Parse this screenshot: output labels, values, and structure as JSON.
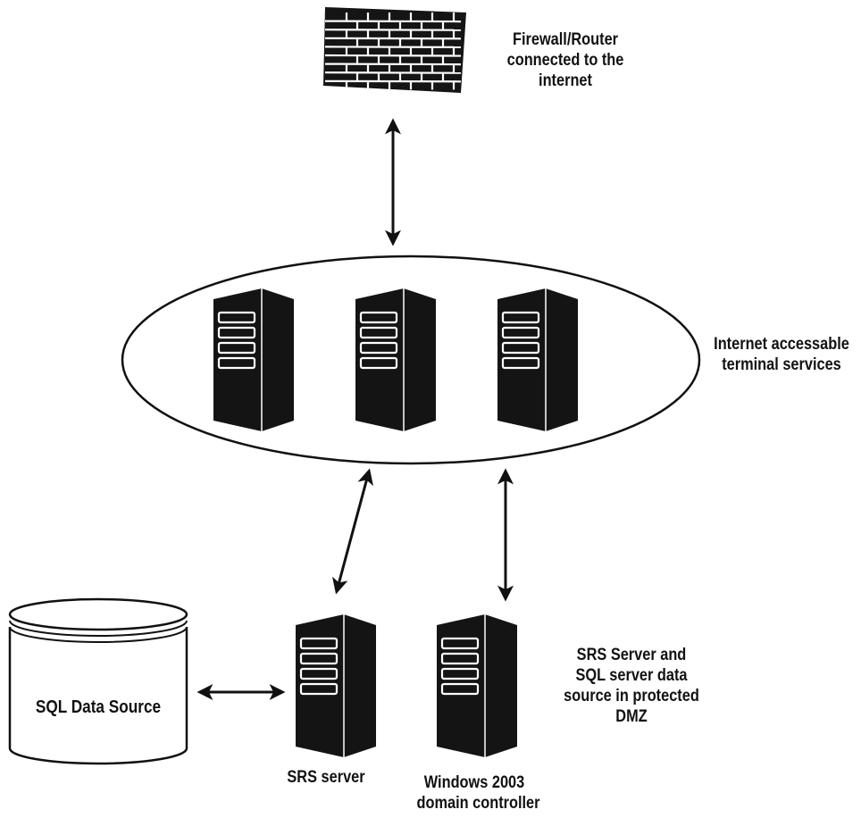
{
  "colors": {
    "ink": "#111111",
    "paper": "#ffffff"
  },
  "nodes": {
    "firewall": {
      "icon": "brick-wall-icon",
      "label": [
        "Firewall/Router",
        "connected to the",
        "internet"
      ]
    },
    "terminal_services": {
      "icon": "server-tower-icon",
      "count": 3,
      "label": [
        "Internet accessable",
        "terminal services"
      ]
    },
    "sql_source": {
      "icon": "database-cylinder-icon",
      "label": "SQL Data Source"
    },
    "srs_server": {
      "icon": "server-tower-icon",
      "label": "SRS server"
    },
    "domain_controller": {
      "icon": "server-tower-icon",
      "label": [
        "Windows 2003",
        "domain controller"
      ]
    },
    "dmz_note": {
      "label": [
        "SRS Server and",
        "SQL server data",
        "source in protected",
        "DMZ"
      ]
    }
  },
  "connections": [
    {
      "from": "firewall",
      "to": "terminal_services",
      "direction": "both"
    },
    {
      "from": "terminal_services",
      "to": "srs_server",
      "direction": "both"
    },
    {
      "from": "terminal_services",
      "to": "domain_controller",
      "direction": "both"
    },
    {
      "from": "sql_source",
      "to": "srs_server",
      "direction": "both"
    }
  ]
}
